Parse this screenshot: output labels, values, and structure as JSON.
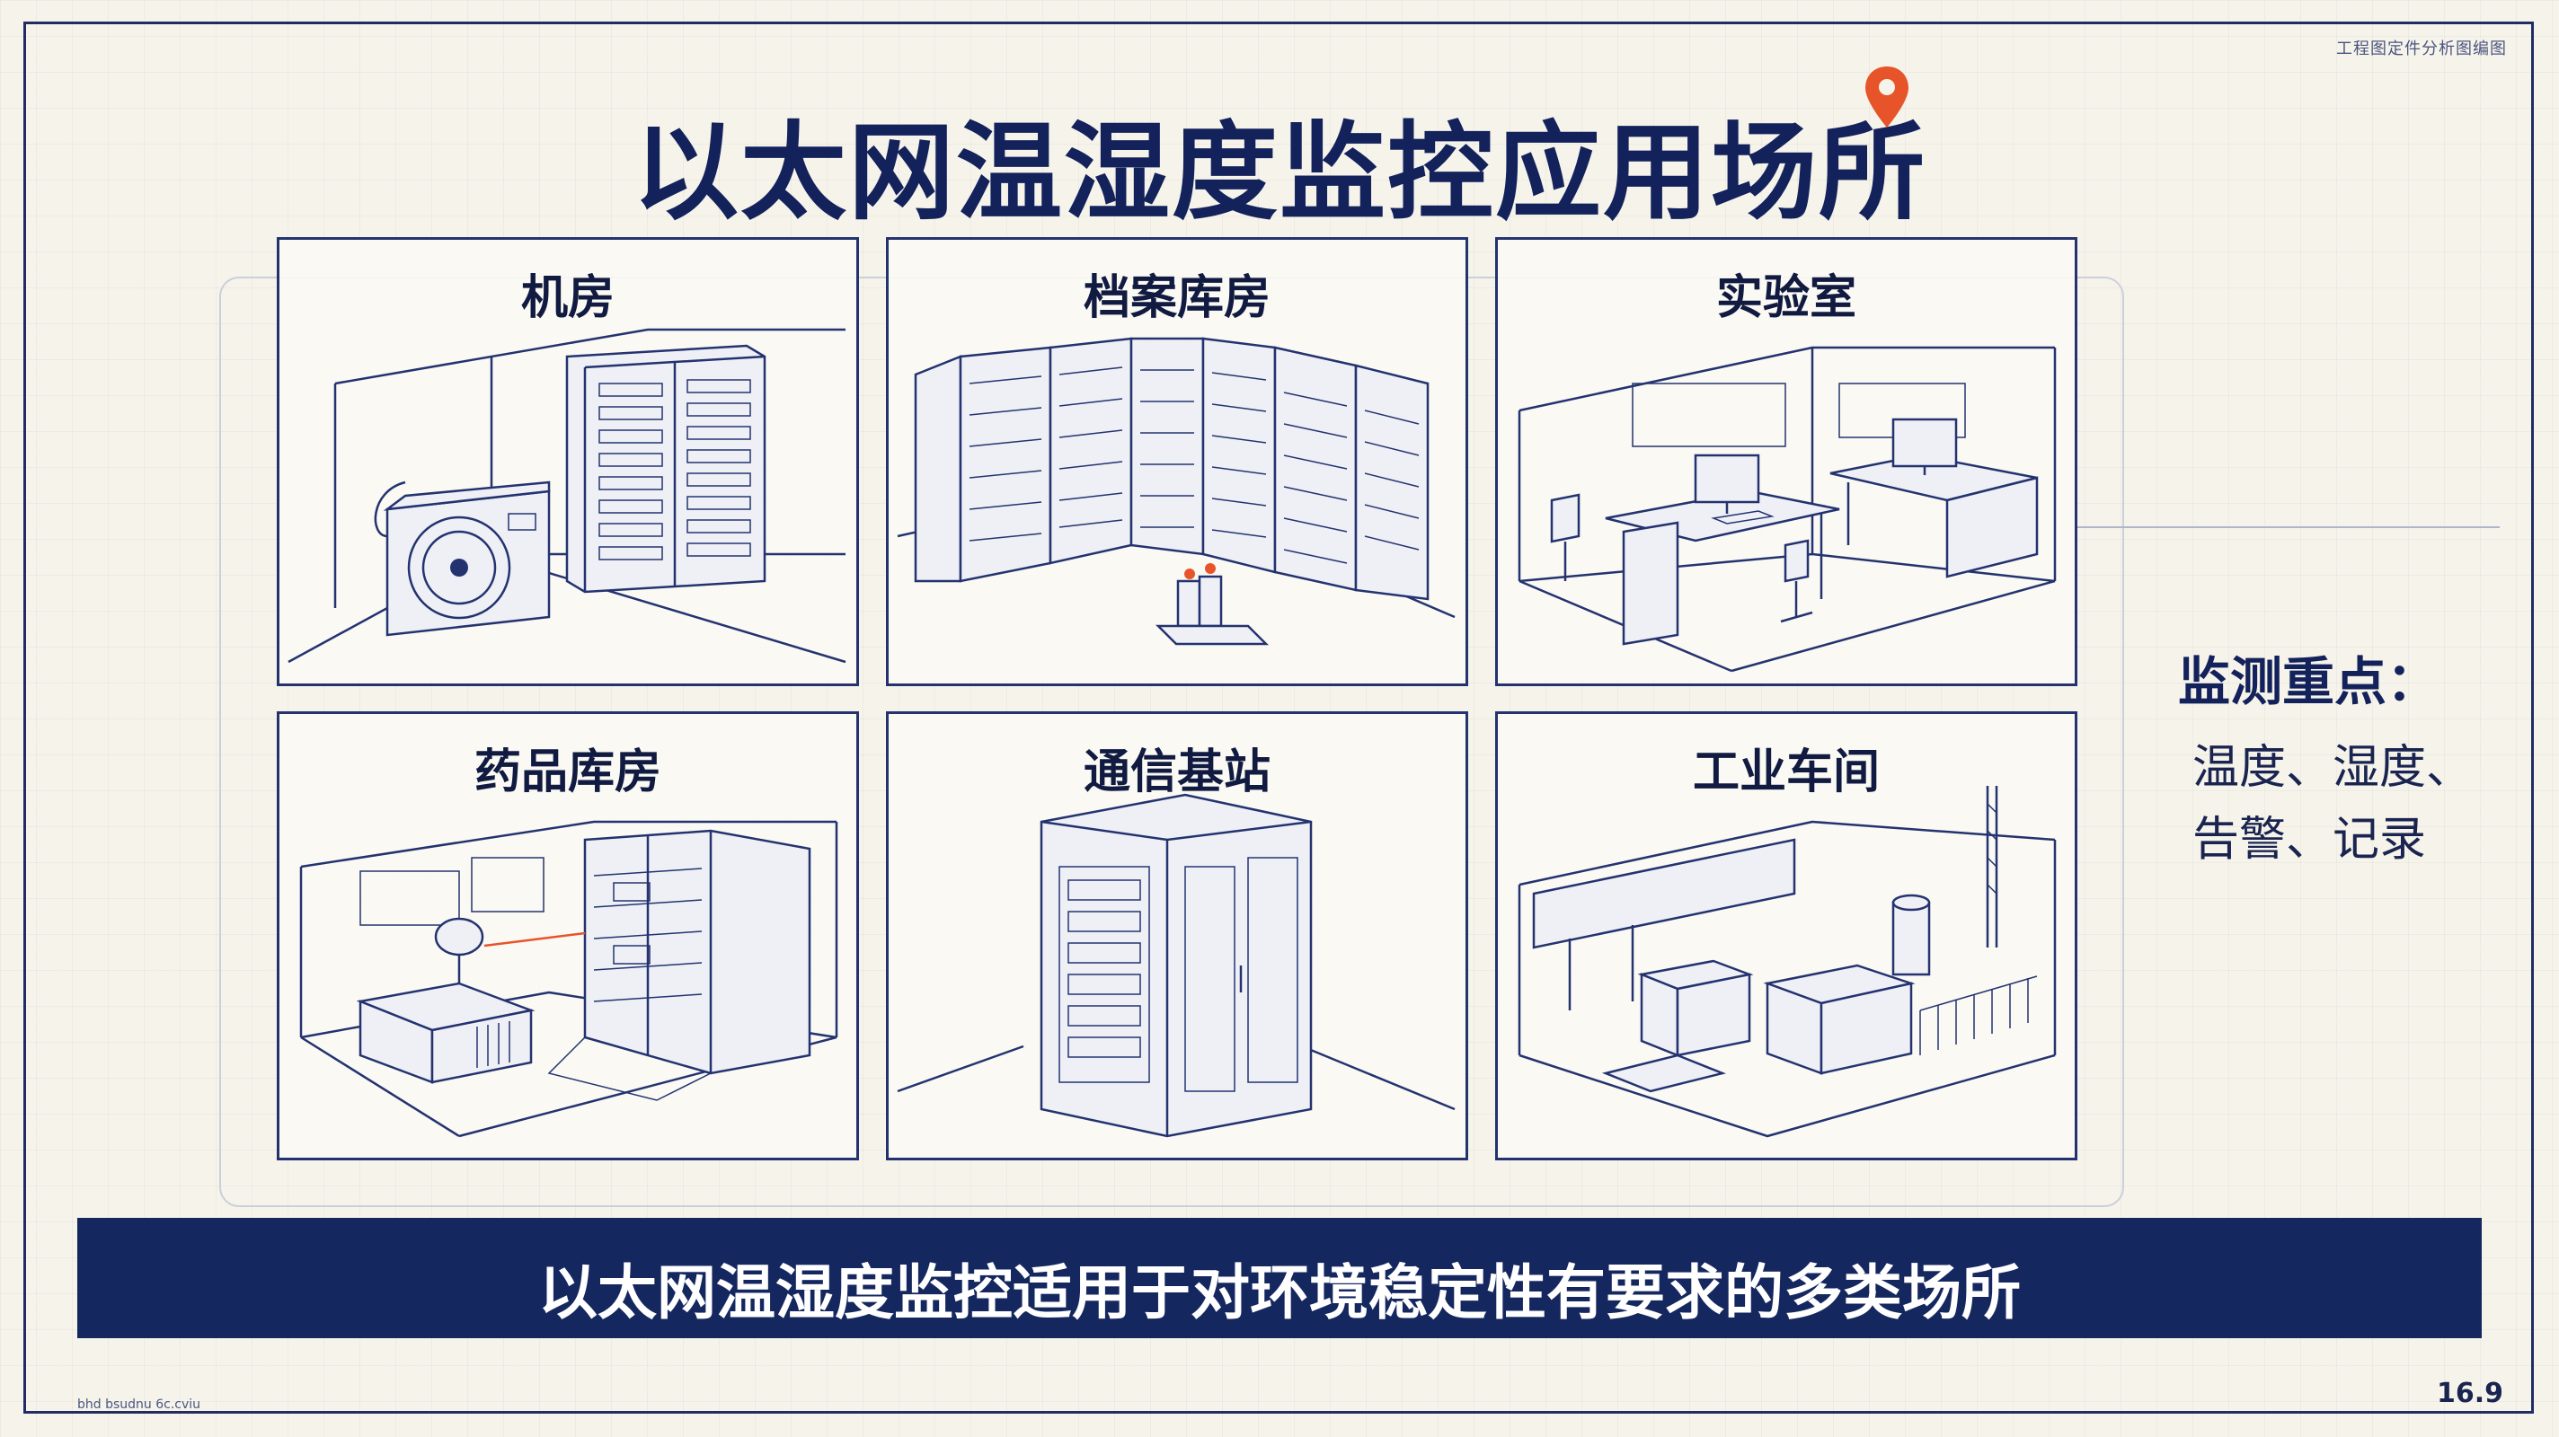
{
  "title": "以太网温湿度监控应用场所",
  "top_note": "工程图定件分析图编图",
  "bottom_note": "bhd bsudnu 6c.cviu",
  "ratio_label": "16.9",
  "panels": [
    {
      "label": "机房",
      "icon": "server-room-icon"
    },
    {
      "label": "档案库房",
      "icon": "archive-shelves-icon"
    },
    {
      "label": "实验室",
      "icon": "laboratory-icon"
    },
    {
      "label": "药品库房",
      "icon": "medicine-storage-icon"
    },
    {
      "label": "通信基站",
      "icon": "telecom-cabinet-icon"
    },
    {
      "label": "工业车间",
      "icon": "factory-workshop-icon"
    }
  ],
  "monitoring": {
    "title": "监测重点：",
    "line1": "温度、湿度、",
    "line2": "告警、记录"
  },
  "banner": "以太网温湿度监控适用于对环境稳定性有要求的多类场所",
  "colors": {
    "navy": "#15275f",
    "pin": "#e8542a",
    "background": "#f6f4ea"
  }
}
